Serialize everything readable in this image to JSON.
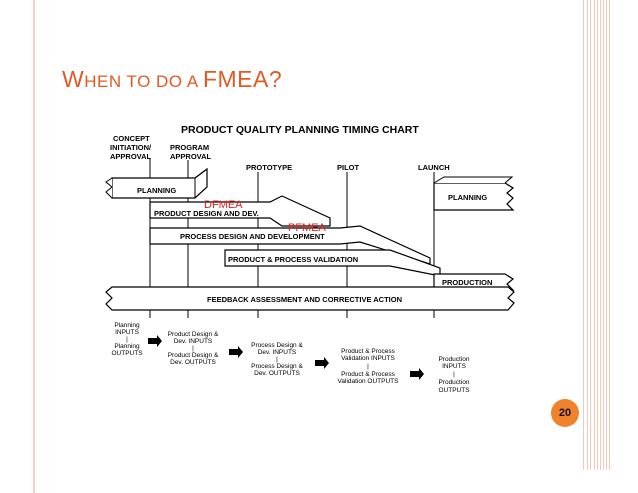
{
  "slide": {
    "title_parts": [
      "W",
      "HEN TO DO A ",
      "FMEA?"
    ],
    "page_number": "20"
  },
  "diagram": {
    "title": "PRODUCT QUALITY PLANNING TIMING CHART",
    "milestones": {
      "concept": [
        "CONCEPT",
        "INITIATION/",
        "APPROVAL"
      ],
      "program": [
        "PROGRAM",
        "APPROVAL"
      ],
      "prototype": "PROTOTYPE",
      "pilot": "PILOT",
      "launch": "LAUNCH"
    },
    "phases": {
      "planning": "PLANNING",
      "planning_right": "PLANNING",
      "product_design": "PRODUCT DESIGN AND DEV.",
      "process_design": "PROCESS DESIGN AND DEVELOPMENT",
      "validation": "PRODUCT & PROCESS VALIDATION",
      "production": "PRODUCTION",
      "feedback": "FEEDBACK ASSESSMENT AND CORRECTIVE ACTION"
    },
    "callouts": {
      "dfmea": "DFMEA",
      "pfmea": "PFMEA"
    },
    "flow": {
      "planning": [
        "Planning",
        "INPUTS",
        "|",
        "Planning",
        "OUTPUTS"
      ],
      "product_design": [
        "Product Design &",
        "Dev. INPUTS",
        "|",
        "Product Design &",
        "Dev. OUTPUTS"
      ],
      "process_design": [
        "Process Design &",
        "Dev. INPUTS",
        "|",
        "Process Design &",
        "Dev. OUTPUTS"
      ],
      "validation": [
        "Product & Process",
        "Validation INPUTS",
        "|",
        "Product & Process",
        "Validation OUTPUTS"
      ],
      "production": [
        "Production",
        "INPUTS",
        "|",
        "Production",
        "OUTPUTS"
      ]
    }
  }
}
